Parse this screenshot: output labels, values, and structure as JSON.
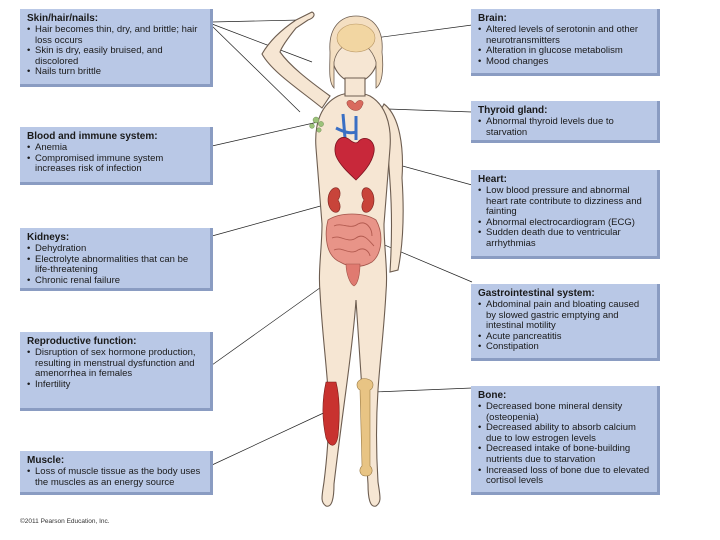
{
  "boxes": {
    "skin": {
      "title": "Skin/hair/nails:",
      "items": [
        "Hair becomes thin, dry, and brittle; hair loss occurs",
        "Skin is dry, easily bruised, and discolored",
        "Nails turn brittle"
      ]
    },
    "blood": {
      "title": "Blood and immune system:",
      "items": [
        "Anemia",
        "Compromised immune system increases risk of infection"
      ]
    },
    "kidneys": {
      "title": "Kidneys:",
      "items": [
        "Dehydration",
        "Electrolyte abnormalities that can be life-threatening",
        "Chronic renal failure"
      ]
    },
    "reproductive": {
      "title": "Reproductive function:",
      "items": [
        "Disruption of sex hormone production, resulting in menstrual dysfunction and amenorrhea in females",
        "Infertility"
      ]
    },
    "muscle": {
      "title": "Muscle:",
      "items": [
        "Loss of muscle tissue as the body uses the muscles as an energy source"
      ]
    },
    "brain": {
      "title": "Brain:",
      "items": [
        "Altered levels of serotonin and other neurotransmitters",
        "Alteration in glucose metabolism",
        "Mood changes"
      ]
    },
    "thyroid": {
      "title": "Thyroid gland:",
      "items": [
        "Abnormal thyroid levels due to starvation"
      ]
    },
    "heart": {
      "title": "Heart:",
      "items": [
        "Low blood pressure and abnormal heart rate contribute to dizziness and fainting",
        "Abnormal electrocardiogram (ECG)",
        "Sudden death due to ventricular arrhythmias"
      ]
    },
    "gi": {
      "title": "Gastrointestinal system:",
      "items": [
        "Abdominal pain and bloating caused by slowed gastric emptying and intestinal motility",
        "Acute pancreatitis",
        "Constipation"
      ]
    },
    "bone": {
      "title": "Bone:",
      "items": [
        "Decreased bone mineral density (osteopenia)",
        "Decreased ability to absorb calcium due to low estrogen levels",
        "Decreased intake of bone-building nutrients due to starvation",
        "Increased loss of bone due to elevated cortisol levels"
      ]
    }
  },
  "credit": "©2011 Pearson Education, Inc.",
  "colors": {
    "box_fill": "#b9c8e6",
    "box_shadow": "#8a9cc2",
    "skin": "#f6e6d3",
    "outline": "#6d5d50",
    "heart": "#c8283a",
    "organ": "#e07a70",
    "bone": "#e8c484",
    "muscle": "#c8322f"
  }
}
